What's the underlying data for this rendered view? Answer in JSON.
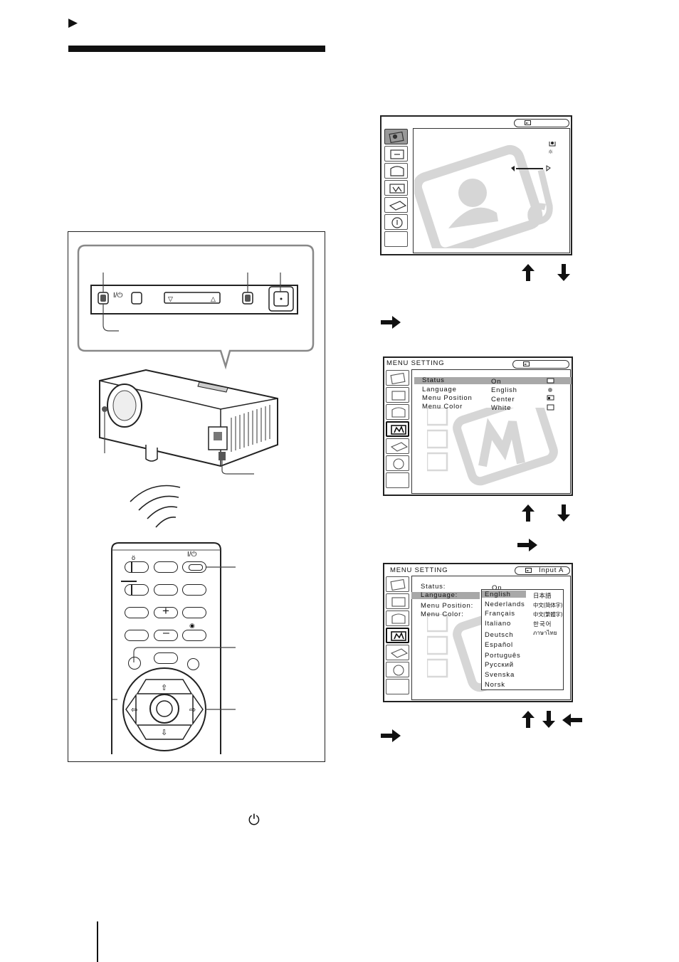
{
  "page": {
    "header_marker": "▶",
    "power_symbol": "⏻"
  },
  "panel": {
    "power_label": "I/⏻"
  },
  "remote": {
    "power_label": "I/⏻",
    "plus_label": "+",
    "minus_label": "–"
  },
  "screen1": {
    "icons": [
      "picture-sound-icon",
      "input-setting-icon",
      "installation-icon",
      "menu-setting-icon",
      "setup-icon",
      "information-icon"
    ]
  },
  "screen2": {
    "title": "MENU SETTING",
    "rows": [
      {
        "label": "Status",
        "value": "On"
      },
      {
        "label": "Language",
        "value": "English"
      },
      {
        "label": "Menu Position",
        "value": "Center"
      },
      {
        "label": "Menu Color",
        "value": "White"
      }
    ]
  },
  "screen3": {
    "title": "MENU SETTING",
    "input": "Input A",
    "rows": [
      {
        "label": "Status:",
        "value": "On"
      },
      {
        "label": "Language:"
      },
      {
        "label": "Menu Position:"
      },
      {
        "label": "Menu Color:"
      }
    ],
    "languages_left": [
      "English",
      "Nederlands",
      "Français",
      "Italiano",
      "Deutsch",
      "Español",
      "Português",
      "Русский",
      "Svenska",
      "Norsk"
    ],
    "languages_right": [
      "日本語",
      "中文(简体字)",
      "中文(繁體字)",
      "한국어",
      "ภาษาไทย"
    ]
  },
  "colors": {
    "ink": "#111111",
    "highlight": "#a8a8a8",
    "selected_tab": "#999999"
  }
}
